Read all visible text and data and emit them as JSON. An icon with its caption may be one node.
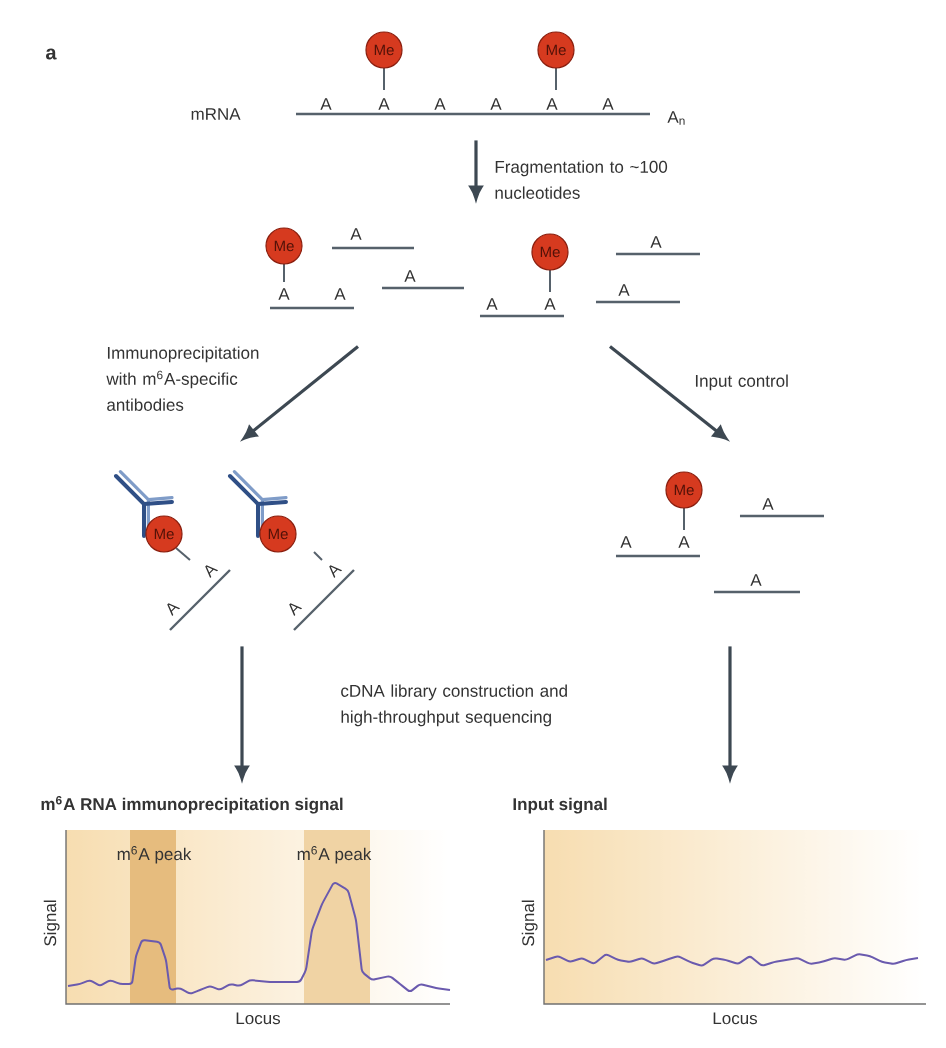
{
  "diagram": {
    "nodes": [
      {
        "text": [],
        "shape": "picture"
      },
      {
        "text": [
          "Me"
        ],
        "in": 0
      },
      {
        "text": [
          "Me"
        ],
        "in": 0
      },
      {
        "text": [],
        "shape": "picture"
      },
      {
        "text": [
          "Me"
        ],
        "in": 3
      },
      {
        "text": [
          "Me"
        ],
        "in": 3
      },
      {
        "text": [],
        "shape": "picture"
      },
      {
        "text": [
          "Me"
        ],
        "in": 6
      },
      {
        "text": [
          "Me"
        ],
        "in": 6
      },
      {
        "text": [],
        "shape": "picture"
      },
      {
        "text": [
          "Me"
        ],
        "in": 9
      },
      {
        "text": [
          "m$^{6}$A RNA immunoprecipitation signal",
          "m$^{6}$A peak",
          "m$^{6}$A peak",
          "Signal",
          "Locus"
        ]
      },
      {
        "text": [
          "Input signal",
          "Signal",
          "Locus"
        ]
      }
    ],
    "edges": [
      {
        "from": 0,
        "to": 3,
        "arrow": "to",
        "label": "Fragmentation to ~100 nucleotides"
      },
      {
        "from": 3,
        "to": 6,
        "arrow": "to",
        "label": "Immunoprecipitation with m$^{6}$A-specific antibodies"
      },
      {
        "from": 3,
        "to": 9,
        "arrow": "to",
        "label": "Input control"
      },
      {
        "from": 6,
        "to": 11,
        "arrow": "to"
      },
      {
        "from": 9,
        "to": 12,
        "arrow": "to"
      }
    ],
    "labels": [
      "a",
      "mRNA",
      "A",
      "A",
      "A",
      "A",
      "A",
      "A",
      "A$_{n}$",
      "A",
      "A",
      "A",
      "A",
      "A",
      "A",
      "A",
      "A",
      "A",
      "A",
      "A",
      "A",
      "A",
      "A",
      "A",
      "A",
      "cDNA library construction and high-throughput sequencing"
    ]
  }
}
